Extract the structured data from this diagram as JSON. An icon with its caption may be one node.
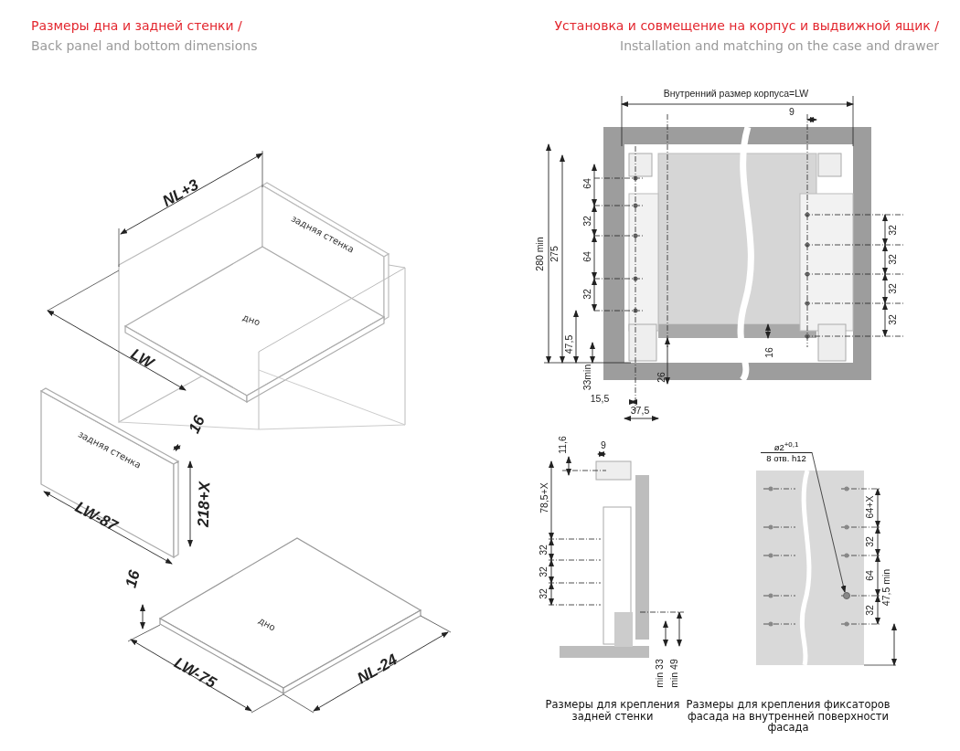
{
  "diagram": {
    "nodes": [
      {
        "text": [
          "ø2$^{+0,1}$",
          "8 отв. h12"
        ]
      },
      {
        "text": [],
        "shape": "circle"
      }
    ],
    "edges": [
      {
        "from": 0,
        "to": 1,
        "arrow": "to"
      }
    ],
    "labels": [
      "Размеры дна и задней стенки /",
      "Back panel and bottom dimensions",
      "Установка и совмещение на корпус и выдвижной ящик /",
      "Installation and matching on the case and drawer",
      "NL+3",
      "задняя стенка",
      "дно",
      "LW",
      "16",
      "задняя стенка",
      "218+X",
      "LW-87",
      "16",
      "дно",
      "LW-75",
      "NL-24",
      "Внутренний размер корпуса=LW",
      "9",
      "280 min",
      "275",
      "64",
      "32",
      "64",
      "32",
      "47,5",
      "32",
      "32",
      "32",
      "32",
      "16",
      "33min",
      "26",
      "15,5",
      "37,5",
      "11,6",
      "9",
      "78,5+X",
      "32",
      "32",
      "32",
      "min 33",
      "min 49",
      "Размеры для крепления задней стенки",
      "64+X",
      "32",
      "64",
      "32",
      "47,5 min",
      "Размеры для крепления фиксаторов фасада на внутренней поверхности фасада"
    ]
  }
}
